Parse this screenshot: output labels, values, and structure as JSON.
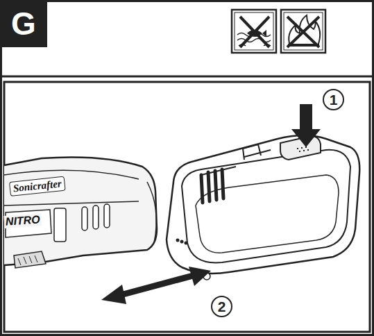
{
  "diagram": {
    "nodes": [
      {
        "text": [
          "G"
        ]
      },
      {
        "text": [
          "1"
        ]
      },
      {
        "text": [
          "2"
        ]
      }
    ],
    "labels": [
      "Sonicrafter",
      "NITRO"
    ]
  }
}
